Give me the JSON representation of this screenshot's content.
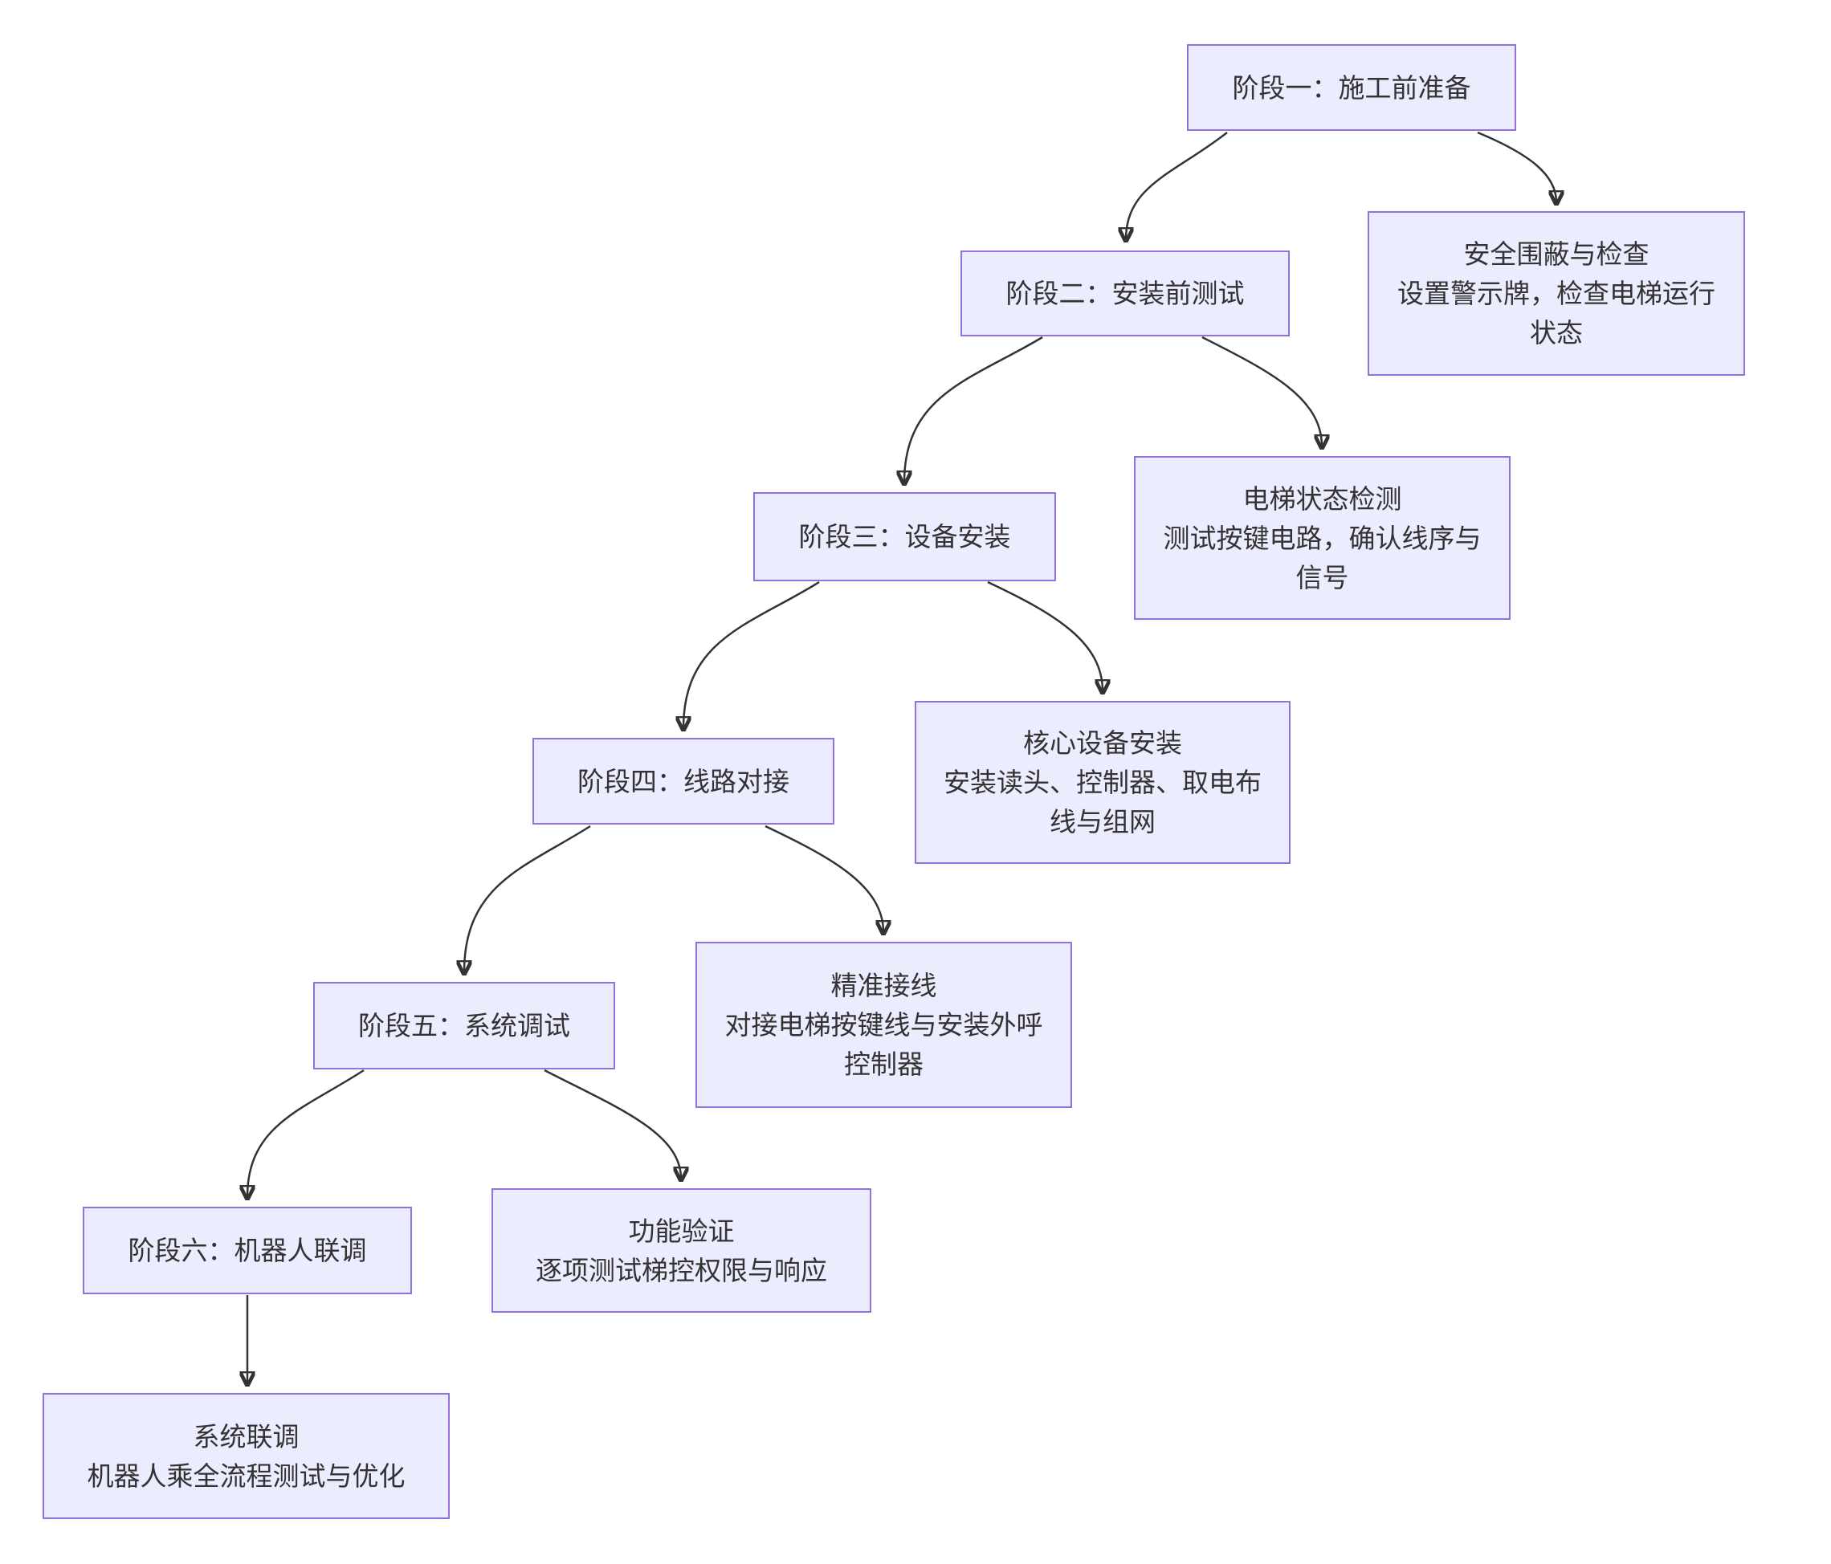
{
  "diagram": {
    "type": "flowchart",
    "colors": {
      "node_fill": "#ECECFF",
      "node_border": "#9370DB",
      "text": "#333333",
      "edge": "#333333",
      "background": "#ffffff"
    },
    "nodes": {
      "phase1": {
        "title": "阶段一：施工前准备"
      },
      "phase2": {
        "title": "阶段二：安装前测试"
      },
      "phase3": {
        "title": "阶段三：设备安装"
      },
      "phase4": {
        "title": "阶段四：线路对接"
      },
      "phase5": {
        "title": "阶段五：系统调试"
      },
      "phase6": {
        "title": "阶段六：机器人联调"
      },
      "step1": {
        "title": "安全围蔽与检查",
        "desc": "设置警示牌，检查电梯运行状态"
      },
      "step2": {
        "title": "电梯状态检测",
        "desc": "测试按键电路，确认线序与信号"
      },
      "step3": {
        "title": "核心设备安装",
        "desc": "安装读头、控制器、取电布线与组网"
      },
      "step4": {
        "title": "精准接线",
        "desc": "对接电梯按键线与安装外呼控制器"
      },
      "step5": {
        "title": "功能验证",
        "desc": "逐项测试梯控权限与响应"
      },
      "final": {
        "title": "系统联调",
        "desc": "机器人乘全流程测试与优化"
      }
    },
    "edges": [
      {
        "from": "phase1",
        "to": "phase2"
      },
      {
        "from": "phase1",
        "to": "step1"
      },
      {
        "from": "phase2",
        "to": "phase3"
      },
      {
        "from": "phase2",
        "to": "step2"
      },
      {
        "from": "phase3",
        "to": "phase4"
      },
      {
        "from": "phase3",
        "to": "step3"
      },
      {
        "from": "phase4",
        "to": "phase5"
      },
      {
        "from": "phase4",
        "to": "step4"
      },
      {
        "from": "phase5",
        "to": "phase6"
      },
      {
        "from": "phase5",
        "to": "step5"
      },
      {
        "from": "phase6",
        "to": "final"
      }
    ]
  }
}
